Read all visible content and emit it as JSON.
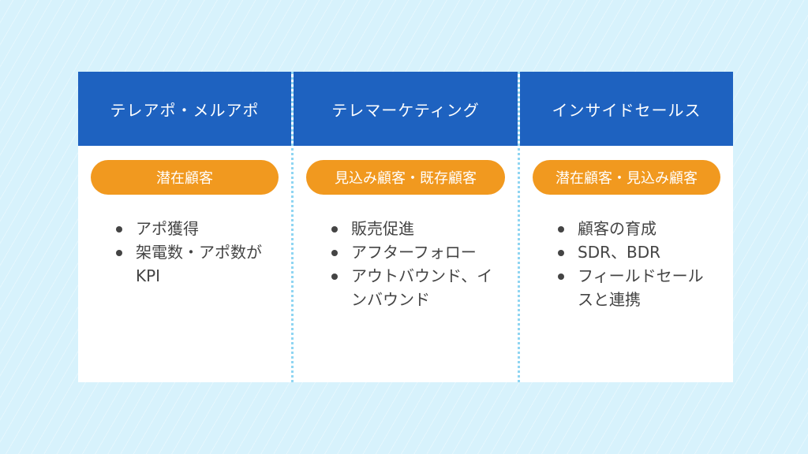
{
  "columns": [
    {
      "title": "テレアポ・メルアポ",
      "target": "潜在顧客",
      "items": [
        "アポ獲得",
        "架電数・アポ数がKPI"
      ]
    },
    {
      "title": "テレマーケティング",
      "target": "見込み顧客・既存顧客",
      "items": [
        "販売促進",
        "アフターフォロー",
        "アウトバウンド、インバウンド"
      ]
    },
    {
      "title": "インサイドセールス",
      "target": "潜在顧客・見込み顧客",
      "items": [
        "顧客の育成",
        "SDR、BDR",
        "フィールドセールスと連携"
      ]
    }
  ],
  "colors": {
    "header": "#1e62c0",
    "pill": "#f1991f",
    "background": "#d7f2fc"
  }
}
